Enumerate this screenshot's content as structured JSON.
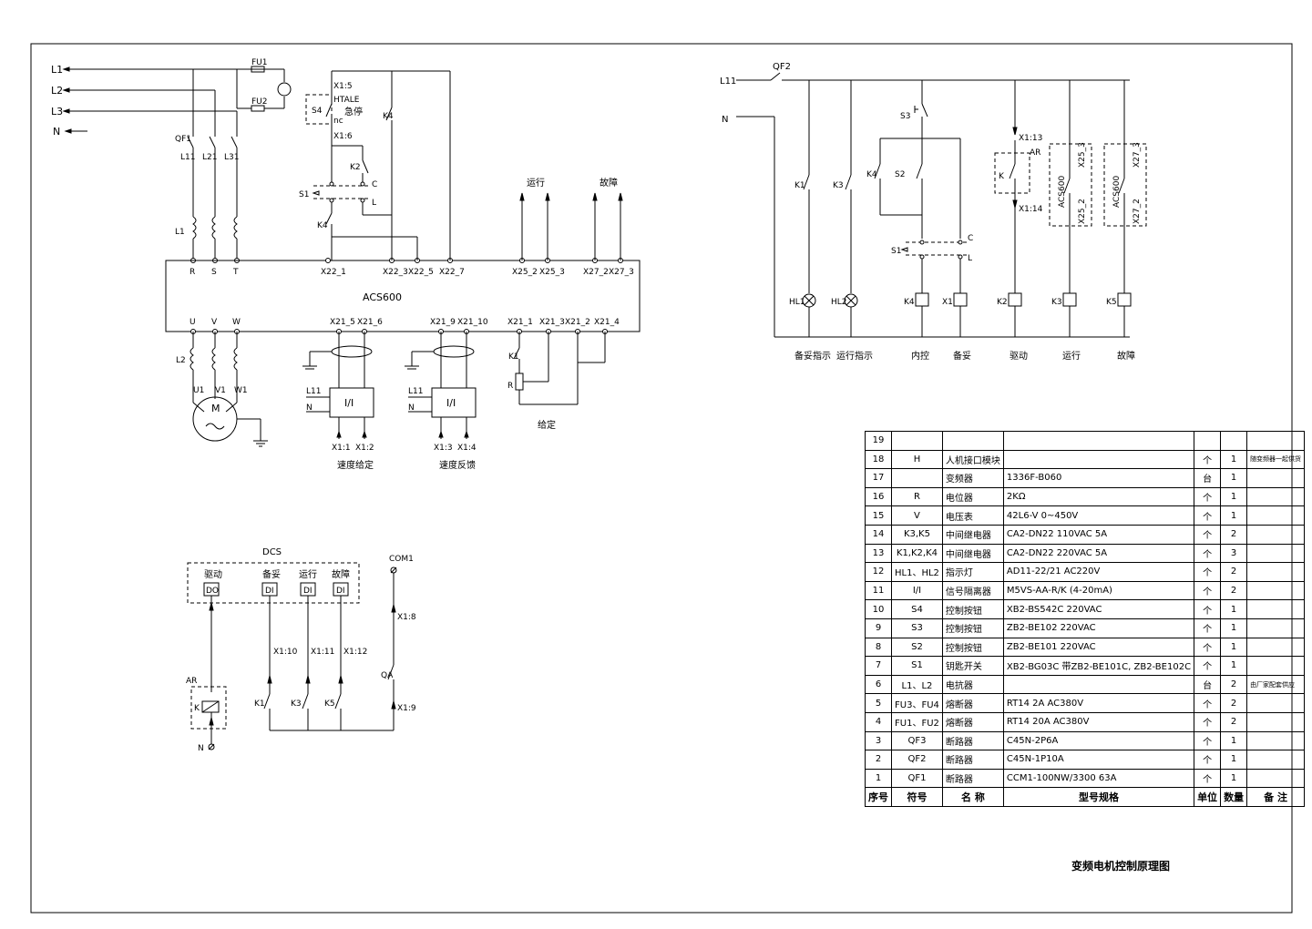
{
  "power": {
    "lines": [
      "L1",
      "L2",
      "L3",
      "N"
    ],
    "fuses": [
      "FU1",
      "FU2"
    ],
    "breaker": "QF1",
    "phases": [
      "L11",
      "L21",
      "L31"
    ],
    "reactor_in": "L1",
    "reactor_out": "L2",
    "terminals_in": [
      "R",
      "S",
      "T"
    ],
    "terminals_out": [
      "U",
      "V",
      "W"
    ],
    "motor_terminals": [
      "U1",
      "V1",
      "W1"
    ],
    "motor": "M"
  },
  "drive": {
    "name": "ACS600",
    "top_terminals": [
      "X22_1",
      "X22_3",
      "X22_5",
      "X22_7",
      "X25_2",
      "X25_3",
      "X27_2",
      "X27_3"
    ],
    "bottom_terminals": [
      "X21_5",
      "X21_6",
      "X21_9",
      "X21_10",
      "X21_1",
      "X21_3",
      "X21_2",
      "X21_4"
    ],
    "out_run": "运行",
    "out_fault": "故障"
  },
  "local_ctrl": {
    "x1_5": "X1:5",
    "x1_6": "X1:6",
    "s4": "S4",
    "s4_tag": "HTALE",
    "s4_nc": "nc",
    "stop": "急停",
    "k4a": "K4",
    "k4b": "K4",
    "k2": "K2",
    "s1": "S1",
    "c": "C",
    "l": "L"
  },
  "signals": {
    "l11": "L11",
    "n": "N",
    "isolator": "I/I",
    "x1_1": "X1:1",
    "x1_2": "X1:2",
    "x1_3": "X1:3",
    "x1_4": "X1:4",
    "speed_set": "速度给定",
    "speed_fb": "速度反馈",
    "k1": "K1",
    "r": "R",
    "given": "给定"
  },
  "dcs": {
    "title": "DCS",
    "labels": [
      "驱动",
      "备妥",
      "运行",
      "故障"
    ],
    "io": [
      "DO",
      "DI",
      "DI",
      "DI"
    ],
    "terms": [
      "X1:10",
      "X1:11",
      "X1:12"
    ],
    "contacts": [
      "K1",
      "K3",
      "K5"
    ],
    "com": "COM1",
    "x1_8": "X1:8",
    "x1_9": "X1:9",
    "qa": "QA",
    "ar": "AR",
    "k": "K",
    "n": "N"
  },
  "ctrl": {
    "qf2": "QF2",
    "l11": "L11",
    "n": "N",
    "s3": "S3",
    "s2": "S2",
    "k4": "K4",
    "k1": "K1",
    "k3": "K3",
    "ar": "AR",
    "k": "K",
    "x1_13": "X1:13",
    "x1_14": "X1:14",
    "acs_a": "ACS600",
    "acs_b": "ACS600",
    "x25_2": "X25_2",
    "x25_3": "X25_3",
    "x27_2": "X27_2",
    "x27_3": "X27_3",
    "s1": "S1",
    "c": "C",
    "l": "L",
    "coils": [
      "HL1",
      "HL2",
      "K4",
      "X1",
      "K2",
      "K3",
      "K5"
    ],
    "captions": [
      "备妥指示",
      "运行指示",
      "内控",
      "备妥",
      "驱动",
      "运行",
      "故障"
    ]
  },
  "bom": {
    "header": [
      "序号",
      "符号",
      "名  称",
      "型号规格",
      "单位",
      "数量",
      "备  注"
    ],
    "rows": [
      [
        "19",
        "",
        "",
        "",
        "",
        "",
        ""
      ],
      [
        "18",
        "H",
        "人机接口模块",
        "",
        "个",
        "1",
        "随变频器一起供货"
      ],
      [
        "17",
        "",
        "变频器",
        "1336F-B060",
        "台",
        "1",
        ""
      ],
      [
        "16",
        "R",
        "电位器",
        "2KΩ",
        "个",
        "1",
        ""
      ],
      [
        "15",
        "V",
        "电压表",
        "42L6-V   0~450V",
        "个",
        "1",
        ""
      ],
      [
        "14",
        "K3,K5",
        "中间继电器",
        "CA2-DN22  110VAC 5A",
        "个",
        "2",
        ""
      ],
      [
        "13",
        "K1,K2,K4",
        "中间继电器",
        "CA2-DN22  220VAC 5A",
        "个",
        "3",
        ""
      ],
      [
        "12",
        "HL1、HL2",
        "指示灯",
        "AD11-22/21  AC220V",
        "个",
        "2",
        ""
      ],
      [
        "11",
        "I/I",
        "信号隔离器",
        "M5VS-AA-R/K (4-20mA)",
        "个",
        "2",
        ""
      ],
      [
        "10",
        "S4",
        "控制按钮",
        "XB2-BS542C   220VAC",
        "个",
        "1",
        ""
      ],
      [
        "9",
        "S3",
        "控制按钮",
        "ZB2-BE102   220VAC",
        "个",
        "1",
        ""
      ],
      [
        "8",
        "S2",
        "控制按钮",
        "ZB2-BE101   220VAC",
        "个",
        "1",
        ""
      ],
      [
        "7",
        "S1",
        "钥匙开关",
        "XB2-BG03C 带ZB2-BE101C, ZB2-BE102C",
        "个",
        "1",
        ""
      ],
      [
        "6",
        "L1、L2",
        "电抗器",
        "",
        "台",
        "2",
        "由厂家配套供应"
      ],
      [
        "5",
        "FU3、FU4",
        "熔断器",
        "RT14   2A   AC380V",
        "个",
        "2",
        ""
      ],
      [
        "4",
        "FU1、FU2",
        "熔断器",
        "RT14   20A   AC380V",
        "个",
        "2",
        ""
      ],
      [
        "3",
        "QF3",
        "断路器",
        "C45N-2P6A",
        "个",
        "1",
        ""
      ],
      [
        "2",
        "QF2",
        "断路器",
        "C45N-1P10A",
        "个",
        "1",
        ""
      ],
      [
        "1",
        "QF1",
        "断路器",
        "CCM1-100NW/3300   63A",
        "个",
        "1",
        ""
      ]
    ]
  },
  "drawing_title": "变频电机控制原理图"
}
